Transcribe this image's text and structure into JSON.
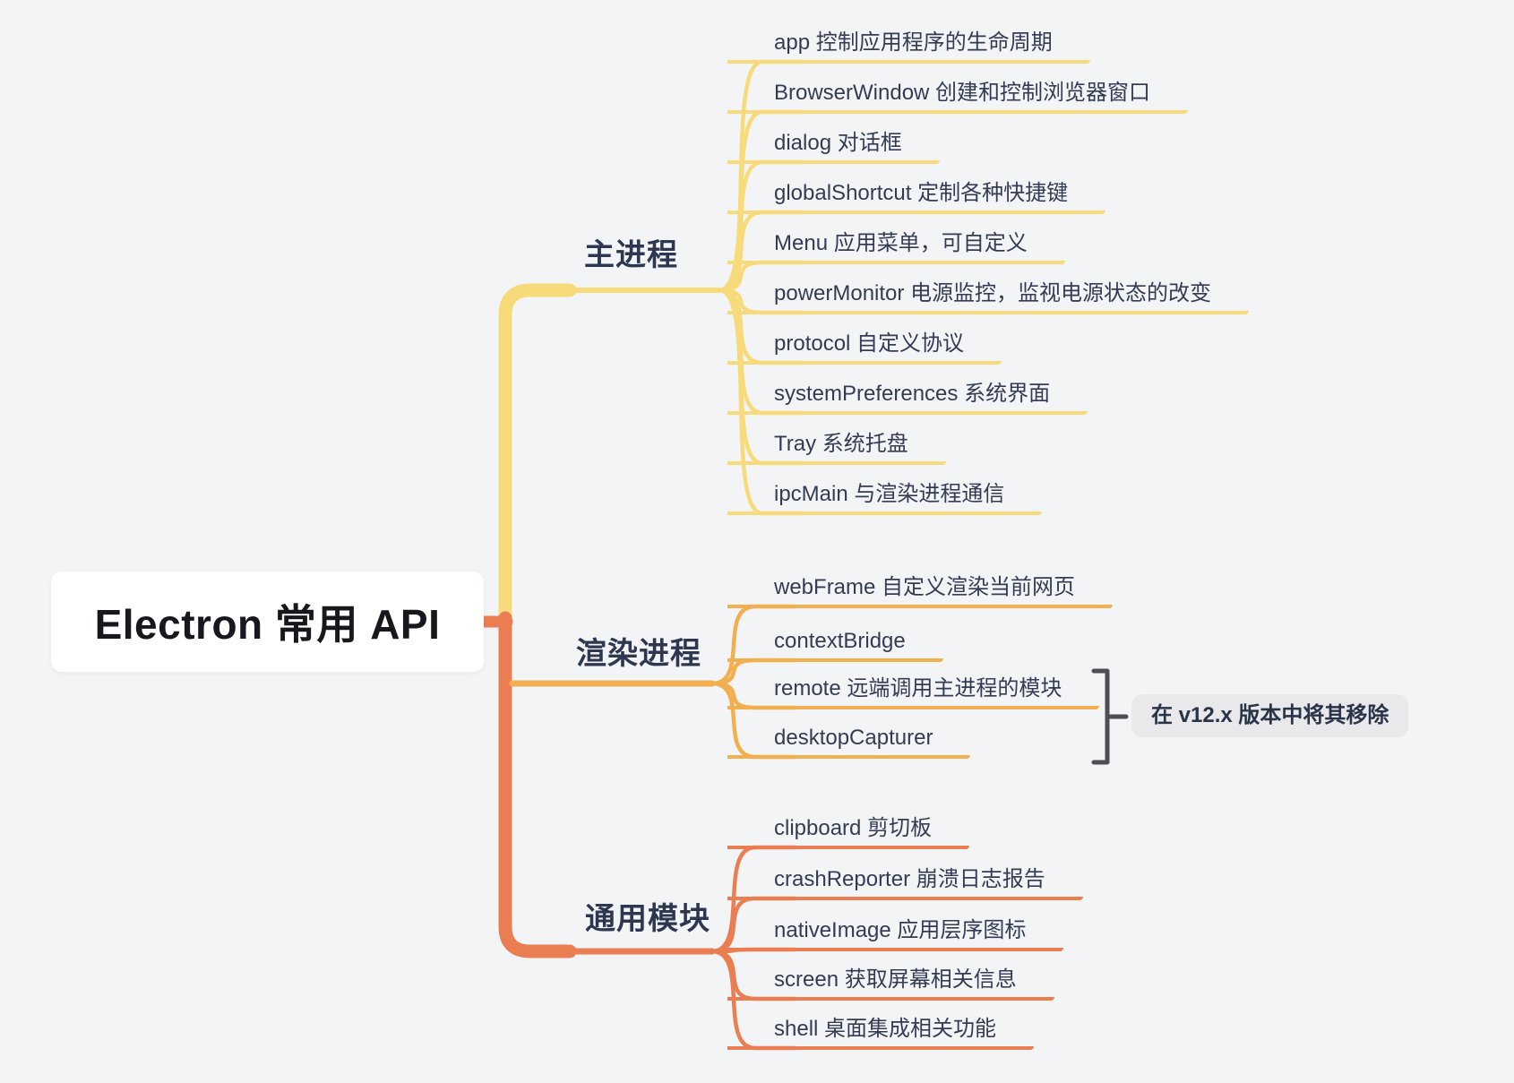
{
  "root": {
    "label": "Electron 常用 API"
  },
  "branches": [
    {
      "id": "main-process",
      "label": "主进程",
      "color": "#F7DB7B",
      "children": [
        "app 控制应用程序的生命周期",
        "BrowserWindow 创建和控制浏览器窗口",
        "dialog 对话框",
        "globalShortcut 定制各种快捷键",
        "Menu 应用菜单，可自定义",
        "powerMonitor 电源监控，监视电源状态的改变",
        "protocol 自定义协议",
        "systemPreferences 系统界面",
        "Tray 系统托盘",
        "ipcMain 与渲染进程通信"
      ]
    },
    {
      "id": "renderer-process",
      "label": "渲染进程",
      "color": "#F1AF4F",
      "children": [
        "webFrame 自定义渲染当前网页",
        "contextBridge",
        "remote 远端调用主进程的模块",
        "desktopCapturer"
      ]
    },
    {
      "id": "common-modules",
      "label": "通用模块",
      "color": "#EA7E52",
      "children": [
        "clipboard 剪切板",
        "crashReporter 崩溃日志报告",
        "nativeImage 应用层序图标",
        "screen 获取屏幕相关信息",
        "shell 桌面集成相关功能"
      ]
    }
  ],
  "annotation": {
    "text": "在 v12.x 版本中将其移除",
    "applies_to": [
      "remote 远端调用主进程的模块",
      "desktopCapturer"
    ]
  },
  "colors": {
    "background": "#F3F4F6",
    "root_card_bg": "#FFFFFF",
    "root_text": "#17181D",
    "label_text": "#2D3750",
    "leaf_text": "#333C54",
    "main_branch": "#F7DB7B",
    "renderer_branch": "#F1AF4F",
    "common_branch": "#EA7E52",
    "annotation_bg": "#E9E9EC",
    "annotation_text": "#2A3448",
    "bracket": "#4E4E55"
  }
}
